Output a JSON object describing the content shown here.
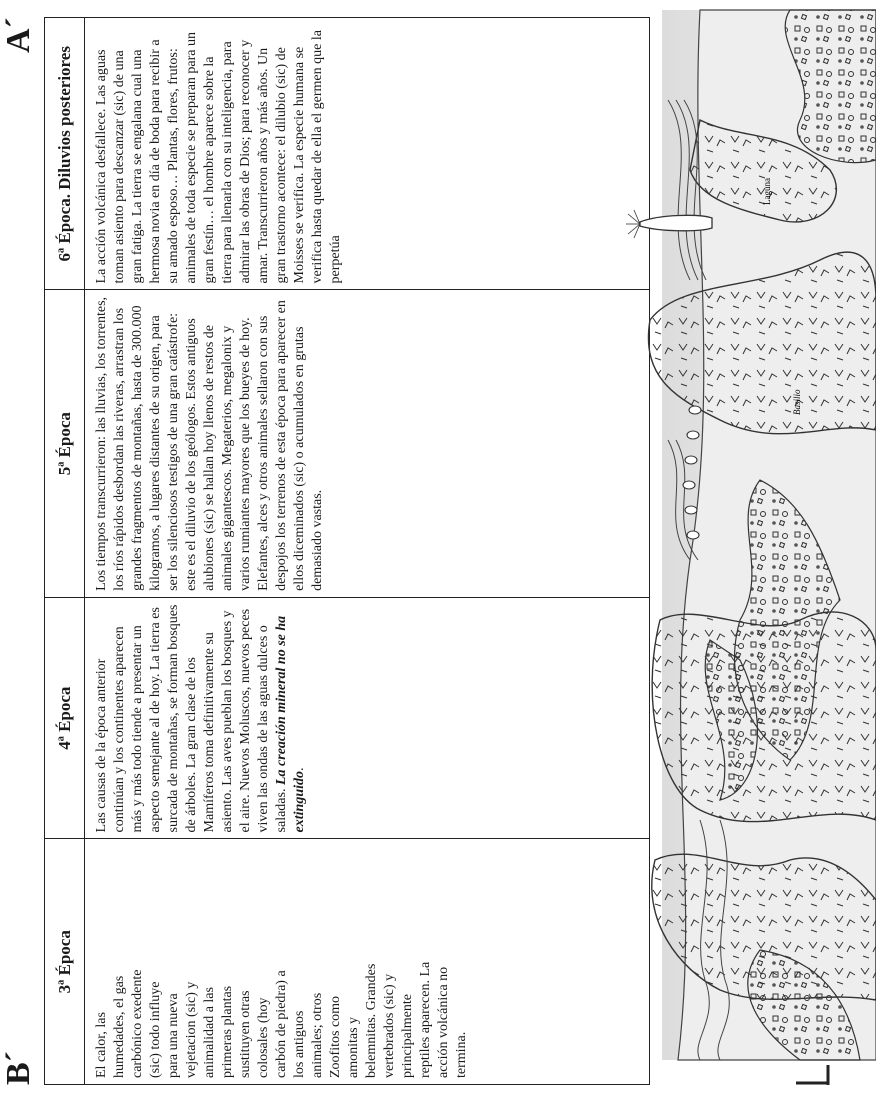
{
  "labels": {
    "a": "A´",
    "b": "B´"
  },
  "columns": [
    {
      "header": "3ª Época",
      "text": "El calor, las humedades, el gas carbónico exedente (sic) todo influye para una nueva vejetacion (sic) y animalidad a las primeras plantas sustituyen otras colosales (hoy carbón de piedra) a los antiguos animales; otros Zoofitos como amonitas y belemnitas. Grandes vertebrados (sic) y principalmente reptiles aparecen. La acción volcánica no termina."
    },
    {
      "header": "4ª Época",
      "text": "Las causas de la época anterior continúan y los continentes aparecen más y más todo tiende a presentar un aspecto semejante al de hoy. La tierra es surcada de montañas, se forman bosques de árboles. La gran clase de los Mamíferos toma definitivamente su asiento. Las aves pueblan los bosques y el aire. Nuevos Moluscos, nuevos peces viven las ondas de las aguas dulces o saladas.",
      "emphasis": "La creación mineral no se ha extinguido"
    },
    {
      "header": "5ª Época",
      "text": "Los tiempos transcurrieron: las lluvias, los torrentes, los ríos rápidos desbordan las riveras, arrastran los grandes fragmentos de montañas, hasta de 300.000 kilogramos, a lugares distantes de su origen, para ser los silenciosos testigos de una gran catástrofe: este es el diluvio de los geólogos. Estos antiguos alubiones (sic) se hallan hoy llenos de restos de animales gigantescos. Megaterios, megalonix y varios rumiantes mayores que los bueyes de hoy. Elefantes, alces y otros animales sellaron con sus despojos los terrenos de esta época para aparecer en ellos diceminados (sic) o acumulados en grutas demasiado vastas."
    },
    {
      "header": "6ª Época. Diluvios posteriores",
      "text": "La acción volcánica desfallece. Las aguas toman asiento para descanzar (sic) de una gran fatiga. La tierra se engalana cual una hermosa novia en día de boda para recibir a su amado esposo… Plantas, flores, frutos: animales de toda especie se preparan para un gran festín… el hombre aparece sobre la tierra para llenarla con su inteligencia, para admirar las obras de Dios; para reconocer y amar. Transcurrieron años y más años. Un gran trastorno acontece: el dilubio (sic) de Moisses se verifica. La especie humana se verifica hasta quedar de ella el germen que la perpetúa"
    }
  ],
  "drawing_marks": {
    "signature": "Basilio",
    "small_label": "Laguna"
  }
}
